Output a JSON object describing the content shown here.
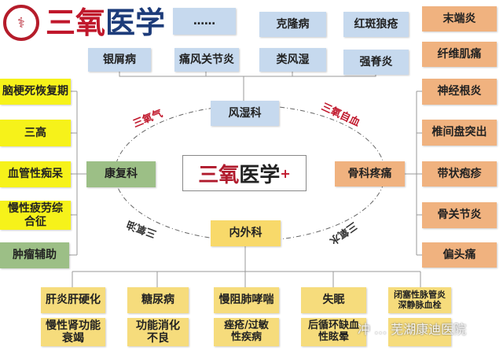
{
  "title": {
    "part1": "三氧",
    "part2": "医学"
  },
  "center": {
    "part1": "三氧",
    "part2": "医学",
    "plus": "+"
  },
  "top": [
    "……",
    "克隆病",
    "红斑狼疮",
    "银屑病",
    "痛风关节炎",
    "类风湿",
    "强脊炎"
  ],
  "departments": {
    "rheumatology": "风湿科",
    "rehab": "康复科",
    "ortho": "骨科疼痛",
    "internal": "内外科"
  },
  "ring_labels": [
    "三氧气",
    "三氧自血",
    "三氧油",
    "三氧水"
  ],
  "left": [
    "脑梗死恢复期",
    "三高",
    "血管性痴呆",
    "慢性疲劳综合征",
    "肿瘤辅助"
  ],
  "right": [
    "末端炎",
    "纤维肌痛",
    "神经根炎",
    "椎间盘突出",
    "带状疱疹",
    "骨关节炎",
    "偏头痛"
  ],
  "bottom_row1": [
    "肝炎肝硬化",
    "糖尿病",
    "慢阻肺哮喘",
    "失眠",
    "闭塞性脉管炎深静脉血栓"
  ],
  "bottom_row2": [
    "慢性肾功能衰竭",
    "功能消化不良",
    "痤疮/过敏性疾病",
    "后循环缺血性眩晕",
    ""
  ],
  "watermark": "冲 … 芜湖康迪医院",
  "colors": {
    "red": "#c0172b",
    "navy": "#1d3c7a"
  }
}
